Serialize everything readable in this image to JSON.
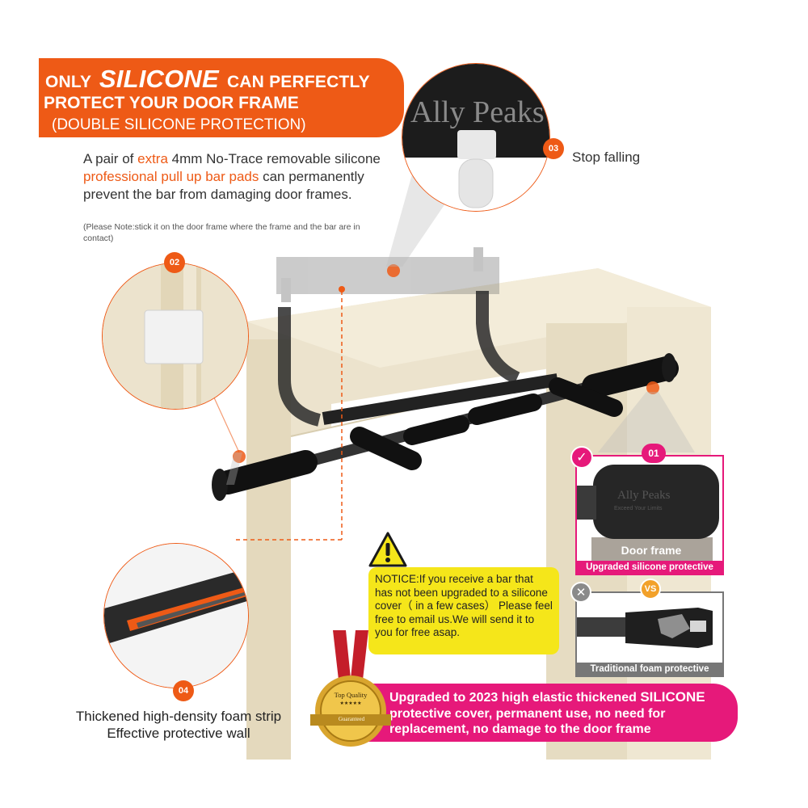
{
  "header": {
    "line1_pre": "ONLY",
    "line1_big": "SILICONE",
    "line1_post": "CAN PERFECTLY",
    "line2": "PROTECT YOUR DOOR FRAME",
    "line3": "(DOUBLE SILICONE PROTECTION)"
  },
  "description": {
    "part1": "A pair of ",
    "extra": "extra",
    "part2": " 4mm No-Trace removable silicone ",
    "highlight": "professional pull up bar pads",
    "part3": " can permanently prevent the bar from damaging door frames."
  },
  "note": "(Please Note:stick it on the door frame where the frame and the bar are in contact)",
  "callouts": {
    "badge_01": "01",
    "badge_02": "02",
    "badge_03": "03",
    "badge_04": "04",
    "stop_falling": "Stop falling",
    "foam_caption": "Thickened high-density foam strip Effective protective wall"
  },
  "brand": {
    "name": "Ally Peaks",
    "tagline": "Exceed Your Limits"
  },
  "comparison": {
    "door_frame": "Door frame",
    "upgraded_label": "Upgraded silicone protective",
    "vs": "VS",
    "traditional_label": "Traditional foam protective",
    "check_icon": "✓",
    "cross_icon": "✕"
  },
  "notice": {
    "text": "NOTICE:If you receive a bar that has not been upgraded to a silicone cover（ in a few cases） Please feel free to email us.We will send it to you for free asap."
  },
  "seal": {
    "line1": "Top Quality",
    "stars": "★★★★★",
    "line2": "Guaranteed"
  },
  "promo": {
    "part1": "Upgraded to 2023 high elastic thickened ",
    "big": "SILICONE",
    "part2": " protective cover, permanent use, no need for replacement,  no damage to the door frame"
  },
  "colors": {
    "accent_orange": "#ee5a16",
    "accent_pink": "#e6197a",
    "notice_yellow": "#f5e61a",
    "door_beige": "#ece3cd"
  }
}
